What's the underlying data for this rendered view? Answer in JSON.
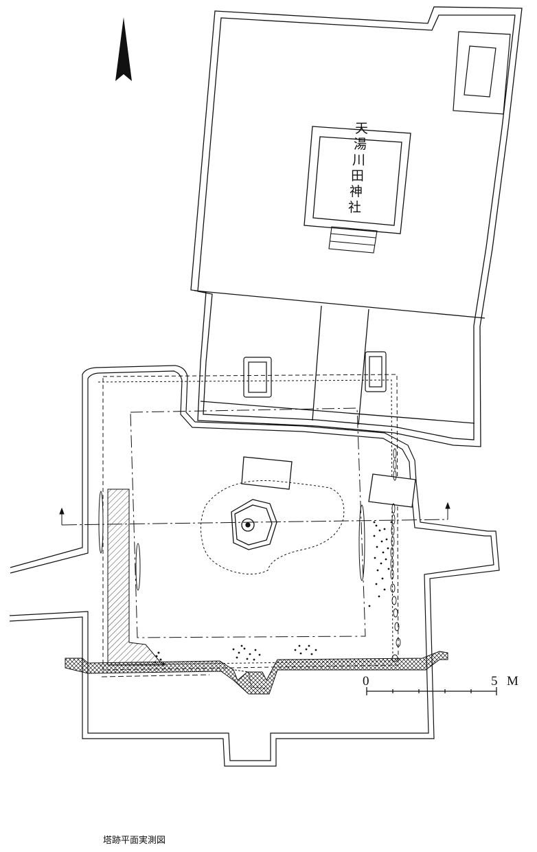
{
  "shrine_label": [
    "天",
    "湯",
    "川",
    "田",
    "神",
    "社"
  ],
  "scale": {
    "start_label": "0",
    "end_label": "5",
    "unit_label": "M"
  },
  "caption": "塔跡平面実測図",
  "colors": {
    "ink": "#111111",
    "paper": "#ffffff"
  },
  "icons": {
    "north": "north-arrow-icon"
  }
}
